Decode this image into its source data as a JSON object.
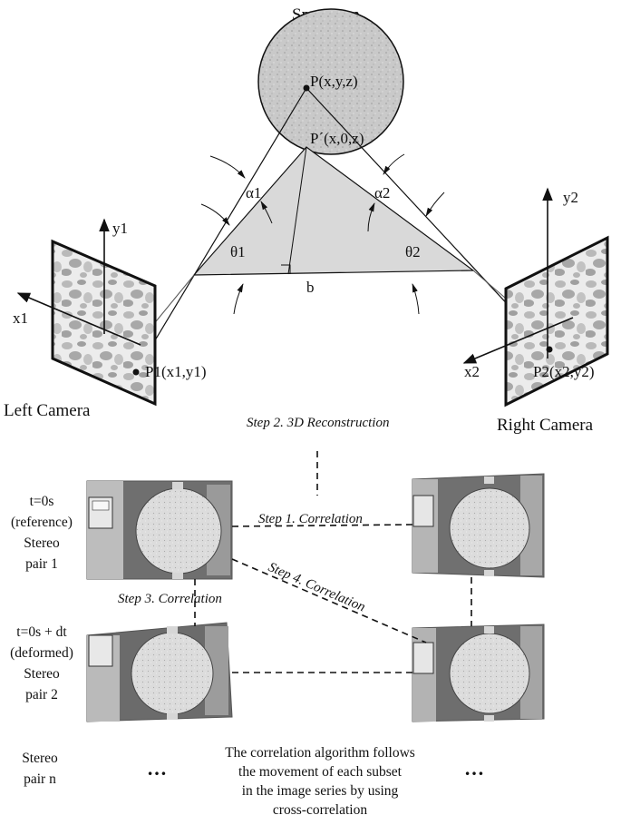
{
  "diagram": {
    "specimen": {
      "title": "Specimen",
      "point_p": "P(x,y,z)",
      "point_p_prime": "P´(x,0,z)"
    },
    "angles": {
      "alpha1": "α1",
      "alpha2": "α2",
      "theta1": "θ1",
      "theta2": "θ2",
      "baseline": "b"
    },
    "left_camera": {
      "label": "Left Camera",
      "axis_x": "x1",
      "axis_y": "y1",
      "point": "P1(x1,y1)"
    },
    "right_camera": {
      "label": "Right Camera",
      "axis_x": "x2",
      "axis_y": "y2",
      "point": "P2(x2,y2)"
    },
    "steps": {
      "step1": "Step 1. Correlation",
      "step2": "Step 2. 3D Reconstruction",
      "step3": "Step 3. Correlation",
      "step4": "Step 4. Correlation"
    },
    "rows": [
      {
        "lines": [
          "t=0s",
          "(reference)",
          "Stereo",
          "pair 1"
        ]
      },
      {
        "lines": [
          "t=0s + dt",
          "(deformed)",
          "Stereo",
          "pair 2"
        ]
      },
      {
        "lines": [
          "Stereo",
          "pair n"
        ]
      }
    ],
    "ellipsis": "…",
    "caption": [
      "The correlation algorithm follows",
      "the movement of each subset",
      "in the image series by using",
      "cross-correlation"
    ]
  },
  "colors": {
    "line": "#111111",
    "triangle_fill": "#dcdcdc",
    "specimen_fill": "#c8c8c8",
    "speckle_light": "#e6e6e6",
    "speckle_dark": "#8a8a8a",
    "photo_bg": "#6e6e6e"
  }
}
